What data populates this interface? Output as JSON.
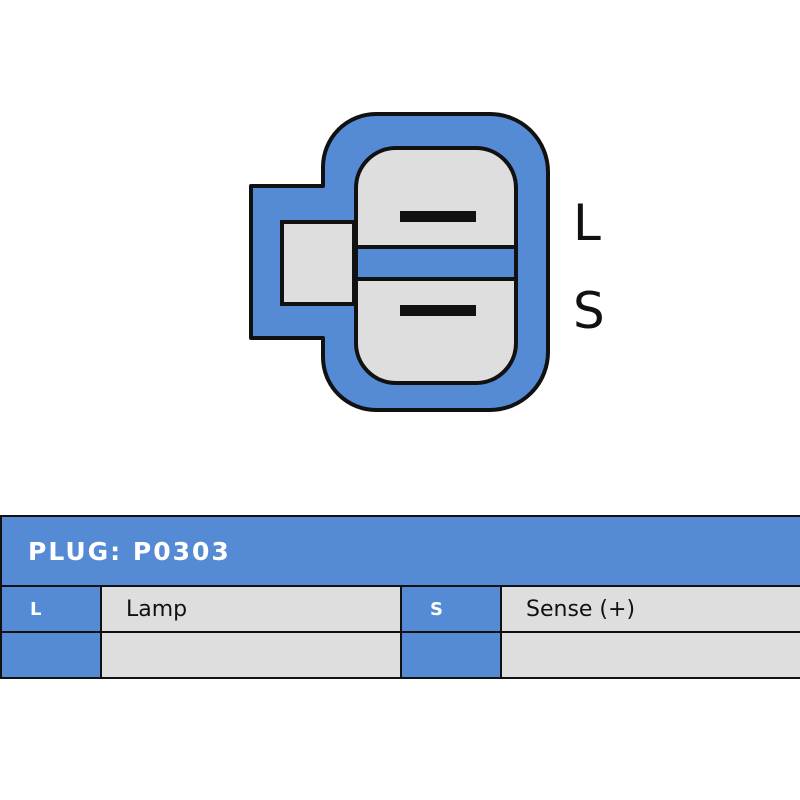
{
  "colors": {
    "accent_blue": "#548bd4",
    "body_grey": "#dedede",
    "outline": "#111111"
  },
  "connector": {
    "pins": [
      {
        "label": "L"
      },
      {
        "label": "S"
      }
    ]
  },
  "table": {
    "title": "PLUG: P0303",
    "rows": [
      {
        "left_code": "L",
        "left_description": "Lamp",
        "right_code": "S",
        "right_description": "Sense (+)"
      },
      {
        "left_code": "",
        "left_description": "",
        "right_code": "",
        "right_description": ""
      }
    ]
  }
}
